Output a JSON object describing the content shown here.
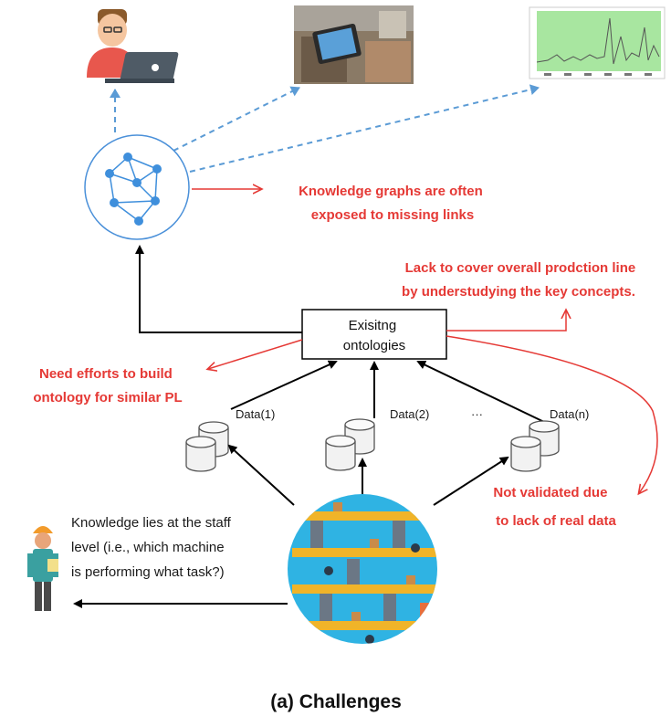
{
  "nodes": {
    "ontology_box": {
      "line1": "Exisitng",
      "line2": "ontologies"
    },
    "data_sources": [
      "Data(1)",
      "Data(2)",
      "Data(n)"
    ],
    "ellipsis": "···"
  },
  "annotations": {
    "missing_links": [
      "Knowledge graphs are often",
      "exposed to missing links"
    ],
    "lack_coverage": [
      "Lack to cover overall prodction line",
      "by understudying the key concepts."
    ],
    "need_efforts": [
      "Need efforts to build",
      "ontology for similar PL"
    ],
    "not_validated": [
      "Not validated due",
      "to lack of real data"
    ],
    "staff_knowledge": [
      "Knowledge lies at the staff",
      "level (i.e., which machine",
      "is performing what task?)"
    ]
  },
  "caption": "(a)  Challenges",
  "colors": {
    "annotation_red": "#e53935",
    "dashed_blue": "#5b9bd5",
    "graph_node_blue": "#3f8fdc",
    "circle_blue": "#4a90d9",
    "chart_green": "#a8e6a0"
  },
  "icons": [
    "user-laptop-icon",
    "tablet-factory-photo",
    "time-series-chart-thumbnail",
    "knowledge-graph-icon",
    "database-icon",
    "worker-icon",
    "production-line-illustration"
  ]
}
